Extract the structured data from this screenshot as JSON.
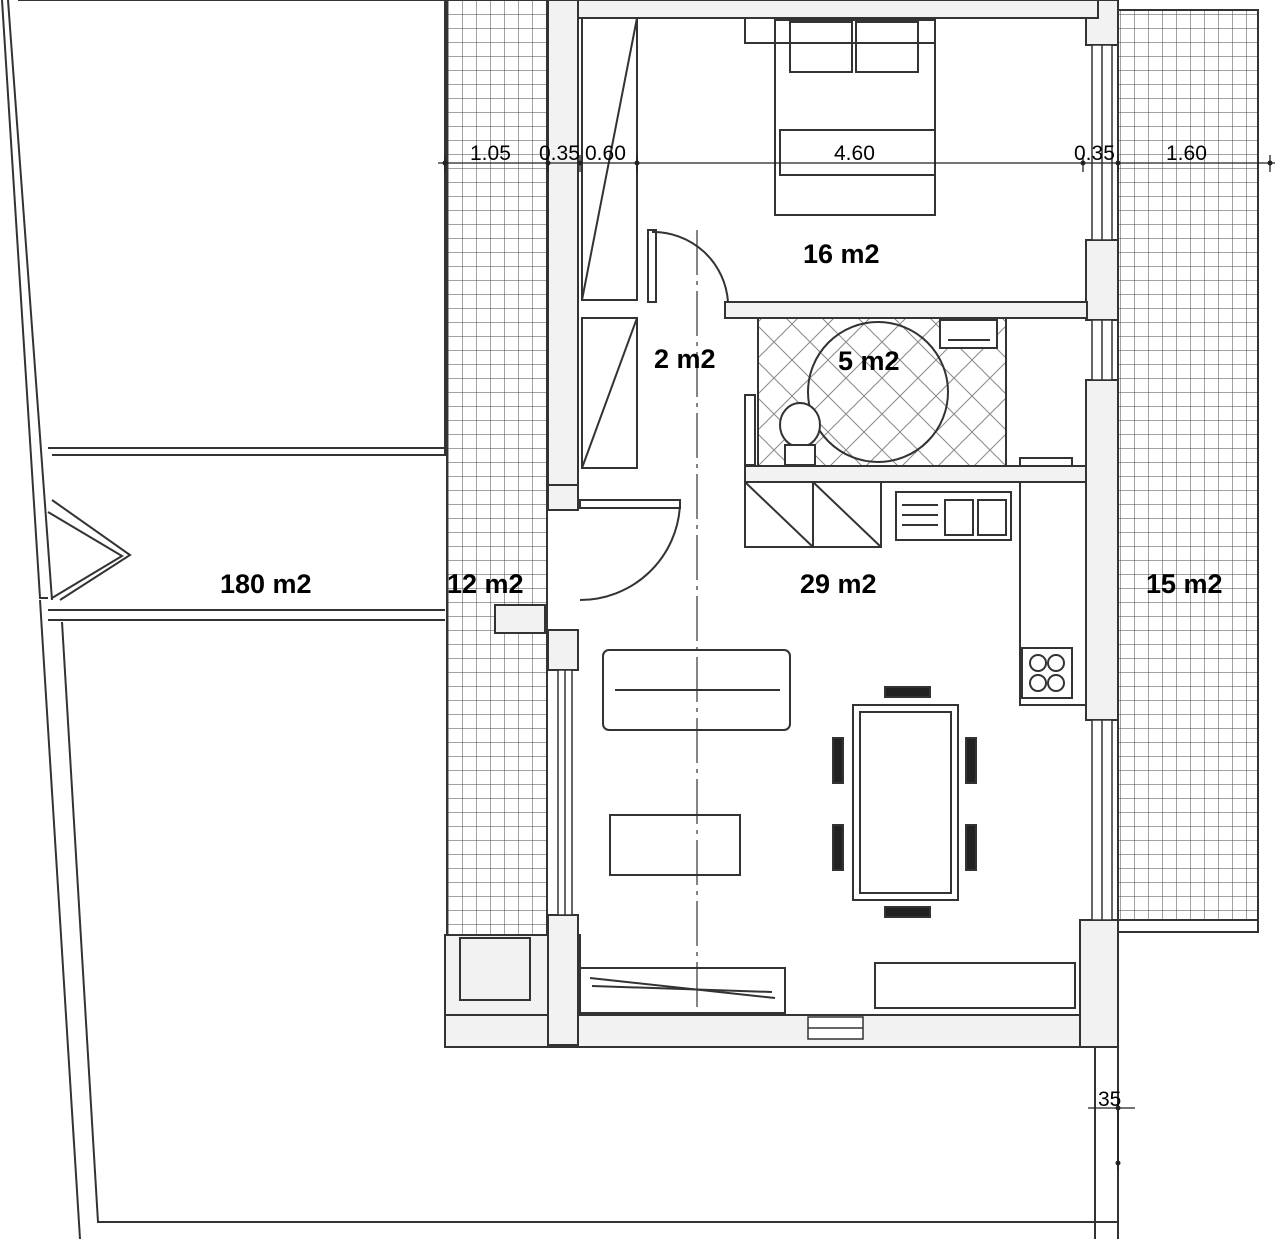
{
  "room_areas": {
    "bedroom": "16 m2",
    "hall": "2 m2",
    "bathroom": "5 m2",
    "living_kitchen": "29 m2",
    "terrace_left": "180 m2",
    "balcony_left": "12 m2",
    "balcony_right": "15 m2"
  },
  "dimensions": {
    "d1": "1.05",
    "d2": "0.35",
    "d3": "0.60",
    "d4": "4.60",
    "d5": "0.35",
    "d6": "1.60",
    "d7": "35"
  }
}
